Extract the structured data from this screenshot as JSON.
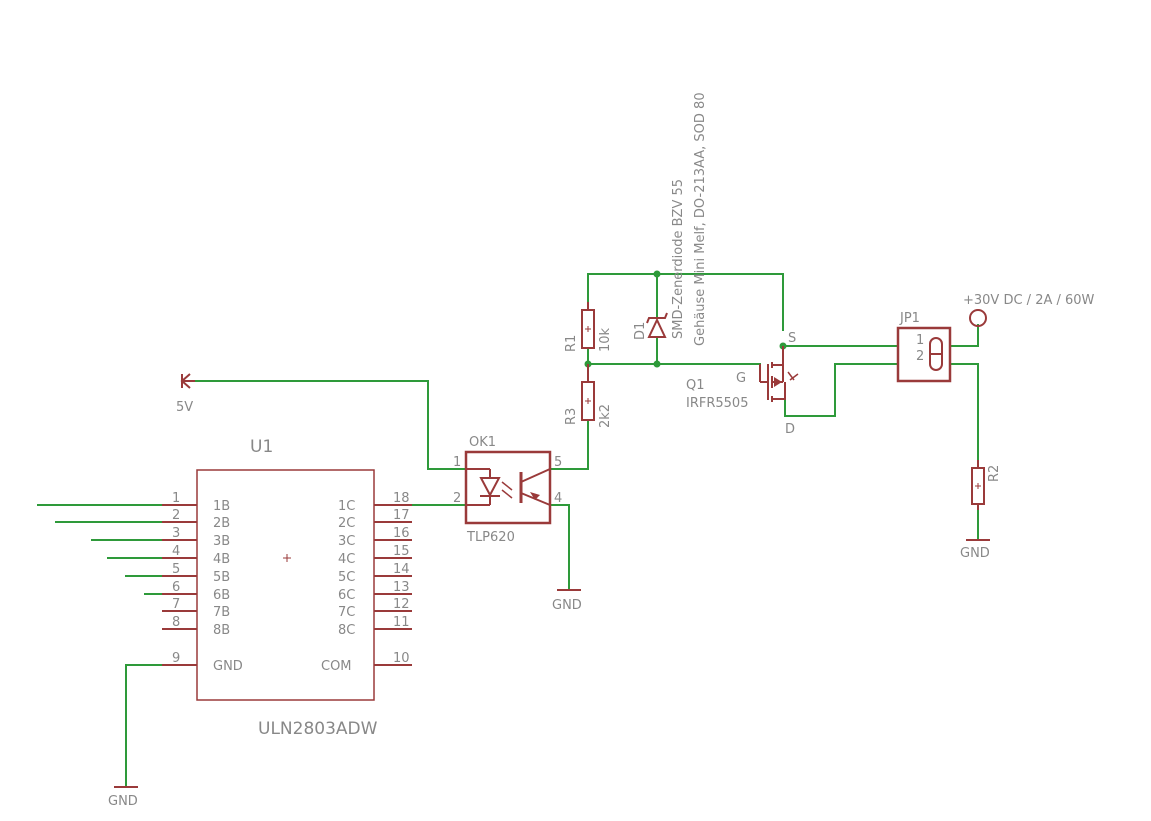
{
  "u1": {
    "name": "U1",
    "part": "ULN2803ADW",
    "left_pins": [
      {
        "num": "1",
        "label": "1B"
      },
      {
        "num": "2",
        "label": "2B"
      },
      {
        "num": "3",
        "label": "3B"
      },
      {
        "num": "4",
        "label": "4B"
      },
      {
        "num": "5",
        "label": "5B"
      },
      {
        "num": "6",
        "label": "6B"
      },
      {
        "num": "7",
        "label": "7B"
      },
      {
        "num": "8",
        "label": "8B"
      }
    ],
    "right_pins": [
      {
        "num": "18",
        "label": "1C"
      },
      {
        "num": "17",
        "label": "2C"
      },
      {
        "num": "16",
        "label": "3C"
      },
      {
        "num": "15",
        "label": "4C"
      },
      {
        "num": "14",
        "label": "5C"
      },
      {
        "num": "13",
        "label": "6C"
      },
      {
        "num": "12",
        "label": "7C"
      },
      {
        "num": "11",
        "label": "8C"
      }
    ],
    "gnd_pin": {
      "num": "9",
      "label": "GND"
    },
    "com_pin": {
      "num": "10",
      "label": "COM"
    }
  },
  "ok1": {
    "name": "OK1",
    "part": "TLP620",
    "pins": [
      "1",
      "2",
      "5",
      "4"
    ]
  },
  "r1": {
    "name": "R1",
    "value": "10k"
  },
  "r3": {
    "name": "R3",
    "value": "2k2"
  },
  "r2": {
    "name": "R2"
  },
  "d1": {
    "name": "D1",
    "desc_line1": "SMD-Zenerdiode BZV 55",
    "desc_line2": "Gehäuse Mini Melf, DO-213AA, SOD 80"
  },
  "q1": {
    "name": "Q1",
    "part": "IRFR5505",
    "gate": "G",
    "source": "S",
    "drain": "D"
  },
  "jp1": {
    "name": "JP1",
    "pins": [
      "1",
      "2"
    ]
  },
  "supply": {
    "v5": "5V",
    "v30": "+30V DC / 2A / 60W",
    "gnd": "GND"
  }
}
